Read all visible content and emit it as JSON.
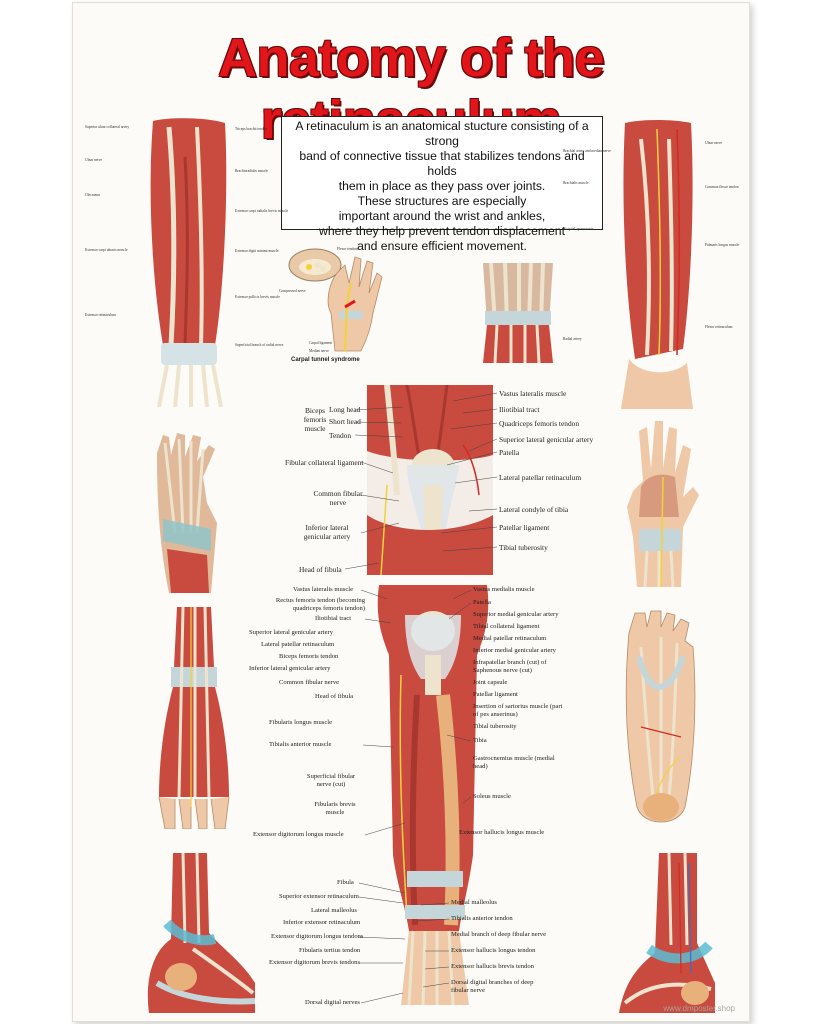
{
  "title": "Anatomy of the retinaculum",
  "intro_lines": [
    "A retinaculum is an anatomical stucture consisting of a strong",
    "band of connective tissue that stabilizes tendons and holds",
    "them in place as they pass over joints.",
    "These structures are especially",
    "important around the wrist and ankles,",
    "where they help prevent tendon displacement",
    "and ensure efficient movement."
  ],
  "carpal_tunnel": {
    "labels": [
      "Flexor tendons",
      "Compressed nerve",
      "Carpal ligament",
      "Median nerve"
    ],
    "caption": "Carpal tunnel syndrome"
  },
  "knee_labels_left": [
    "Biceps femoris muscle",
    "Long head",
    "Short head",
    "Tendon",
    "Fibular collateral ligament",
    "Common fibular nerve",
    "Inferior lateral genicular artery",
    "Head of fibula"
  ],
  "knee_labels_right": [
    "Vastus lateralis muscle",
    "Iliotibial tract",
    "Quadriceps femoris tendon",
    "Superior lateral genicular artery",
    "Patella",
    "Lateral patellar retinaculum",
    "Lateral condyle of tibia",
    "Patellar ligament",
    "Tibial tuberosity"
  ],
  "leg_labels_left": [
    "Vastus lateralis muscle",
    "Rectus femoris tendon (becoming quadriceps femoris tendon)",
    "Iliotibial tract",
    "Superior lateral genicular artery",
    "Lateral patellar retinaculum",
    "Biceps femoris tendon",
    "Inferior lateral genicular artery",
    "Common fibular nerve",
    "Head of fibula",
    "Fibularis longus muscle",
    "Tibialis anterior muscle",
    "Superficial fibular nerve (cut)",
    "Fibularis brevis muscle",
    "Extensor digitorum longus muscle"
  ],
  "leg_labels_right": [
    "Vastus medialis muscle",
    "Patella",
    "Superior medial genicular artery",
    "Tibial collateral ligament",
    "Medial patellar retinaculum",
    "Inferior medial genicular artery",
    "Infrapatellar branch (cut) of Saphenous nerve (cut)",
    "Joint capsule",
    "Patellar ligament",
    "Insertion of sartorius muscle (part of pes anserinus)",
    "Tibial tuberosity",
    "Tibia",
    "Gastrocnemius muscle (medial head)",
    "Soleus muscle",
    "Extensor hallucis longus muscle"
  ],
  "ankle_labels_left": [
    "Fibula",
    "Superior extensor retinaculum",
    "Lateral malleolus",
    "Inferior extensor retinaculum",
    "Extensor digitorum longus tendons",
    "Fibularis tertius tendon",
    "Extensor digitorum brevis tendons",
    "Dorsal digital nerves"
  ],
  "ankle_labels_right": [
    "Medial malleolus",
    "Tibialis anterior tendon",
    "Medial branch of deep fibular nerve",
    "Extensor hallucis longus tendon",
    "Extensor hallucis brevis tendon",
    "Dorsal digital branches of deep fibular nerve"
  ],
  "watermark": "www.dmposter.shop",
  "colors": {
    "title": "#e2151b",
    "title_outline": "#6a0a0a",
    "muscle": "#c94a3f",
    "tendon": "#eee3cc",
    "retinaculum": "#d6e3e6",
    "nerve": "#f2d23a",
    "artery": "#d52a22",
    "vein": "#3b6fc4"
  }
}
